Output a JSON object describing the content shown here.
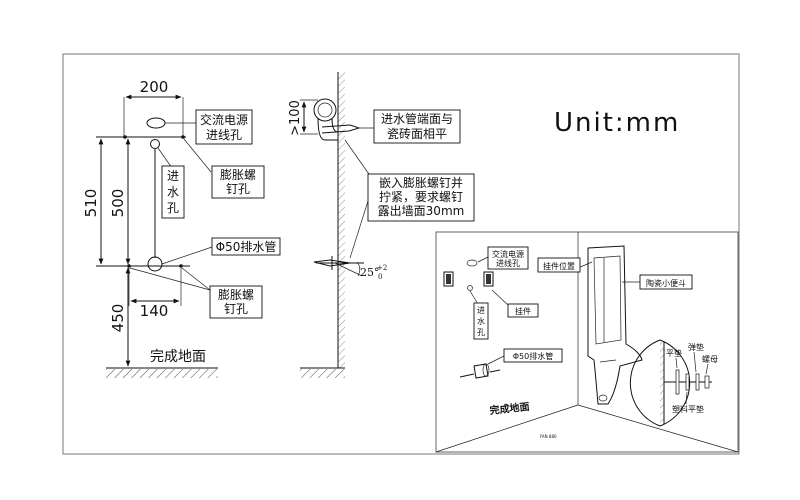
{
  "unit": "Unit:mm",
  "front_view": {
    "width_top": "200",
    "height_total": "510",
    "height_inner": "500",
    "height_floor": "450",
    "width_bottom": "140",
    "label_power": [
      "交流电源",
      "进线孔"
    ],
    "label_water_in": [
      "进",
      "水",
      "孔"
    ],
    "label_bolt_top": [
      "膨胀螺",
      "钉孔"
    ],
    "label_drain": "Φ50排水管",
    "label_bolt_bottom": [
      "膨胀螺",
      "钉孔"
    ],
    "label_floor": "完成地面"
  },
  "side_view": {
    "dim_100": ">100",
    "label_pipe_end": [
      "进水管端面与",
      "瓷砖面相平"
    ],
    "label_bolt_note": [
      "嵌入膨胀螺钉并",
      "拧紧，要求螺钉",
      "露出墙面30mm"
    ],
    "angle": "25°",
    "angle_tol_top": "+2",
    "angle_tol_bottom": "0"
  },
  "inset": {
    "label_power": [
      "交流电源",
      "进线孔"
    ],
    "label_mount_pos": "挂件位置",
    "label_urinal": "陶瓷小便斗",
    "label_water_in": [
      "进",
      "水",
      "孔"
    ],
    "label_hanger": "挂件",
    "label_drain": "Φ50排水管",
    "label_floor": "完成地面",
    "label_flat_washer": "平垫",
    "label_spring_washer": "弹垫",
    "label_nut": "螺母",
    "label_plastic_washer": "塑料平垫",
    "label_small": "FAN 880"
  }
}
